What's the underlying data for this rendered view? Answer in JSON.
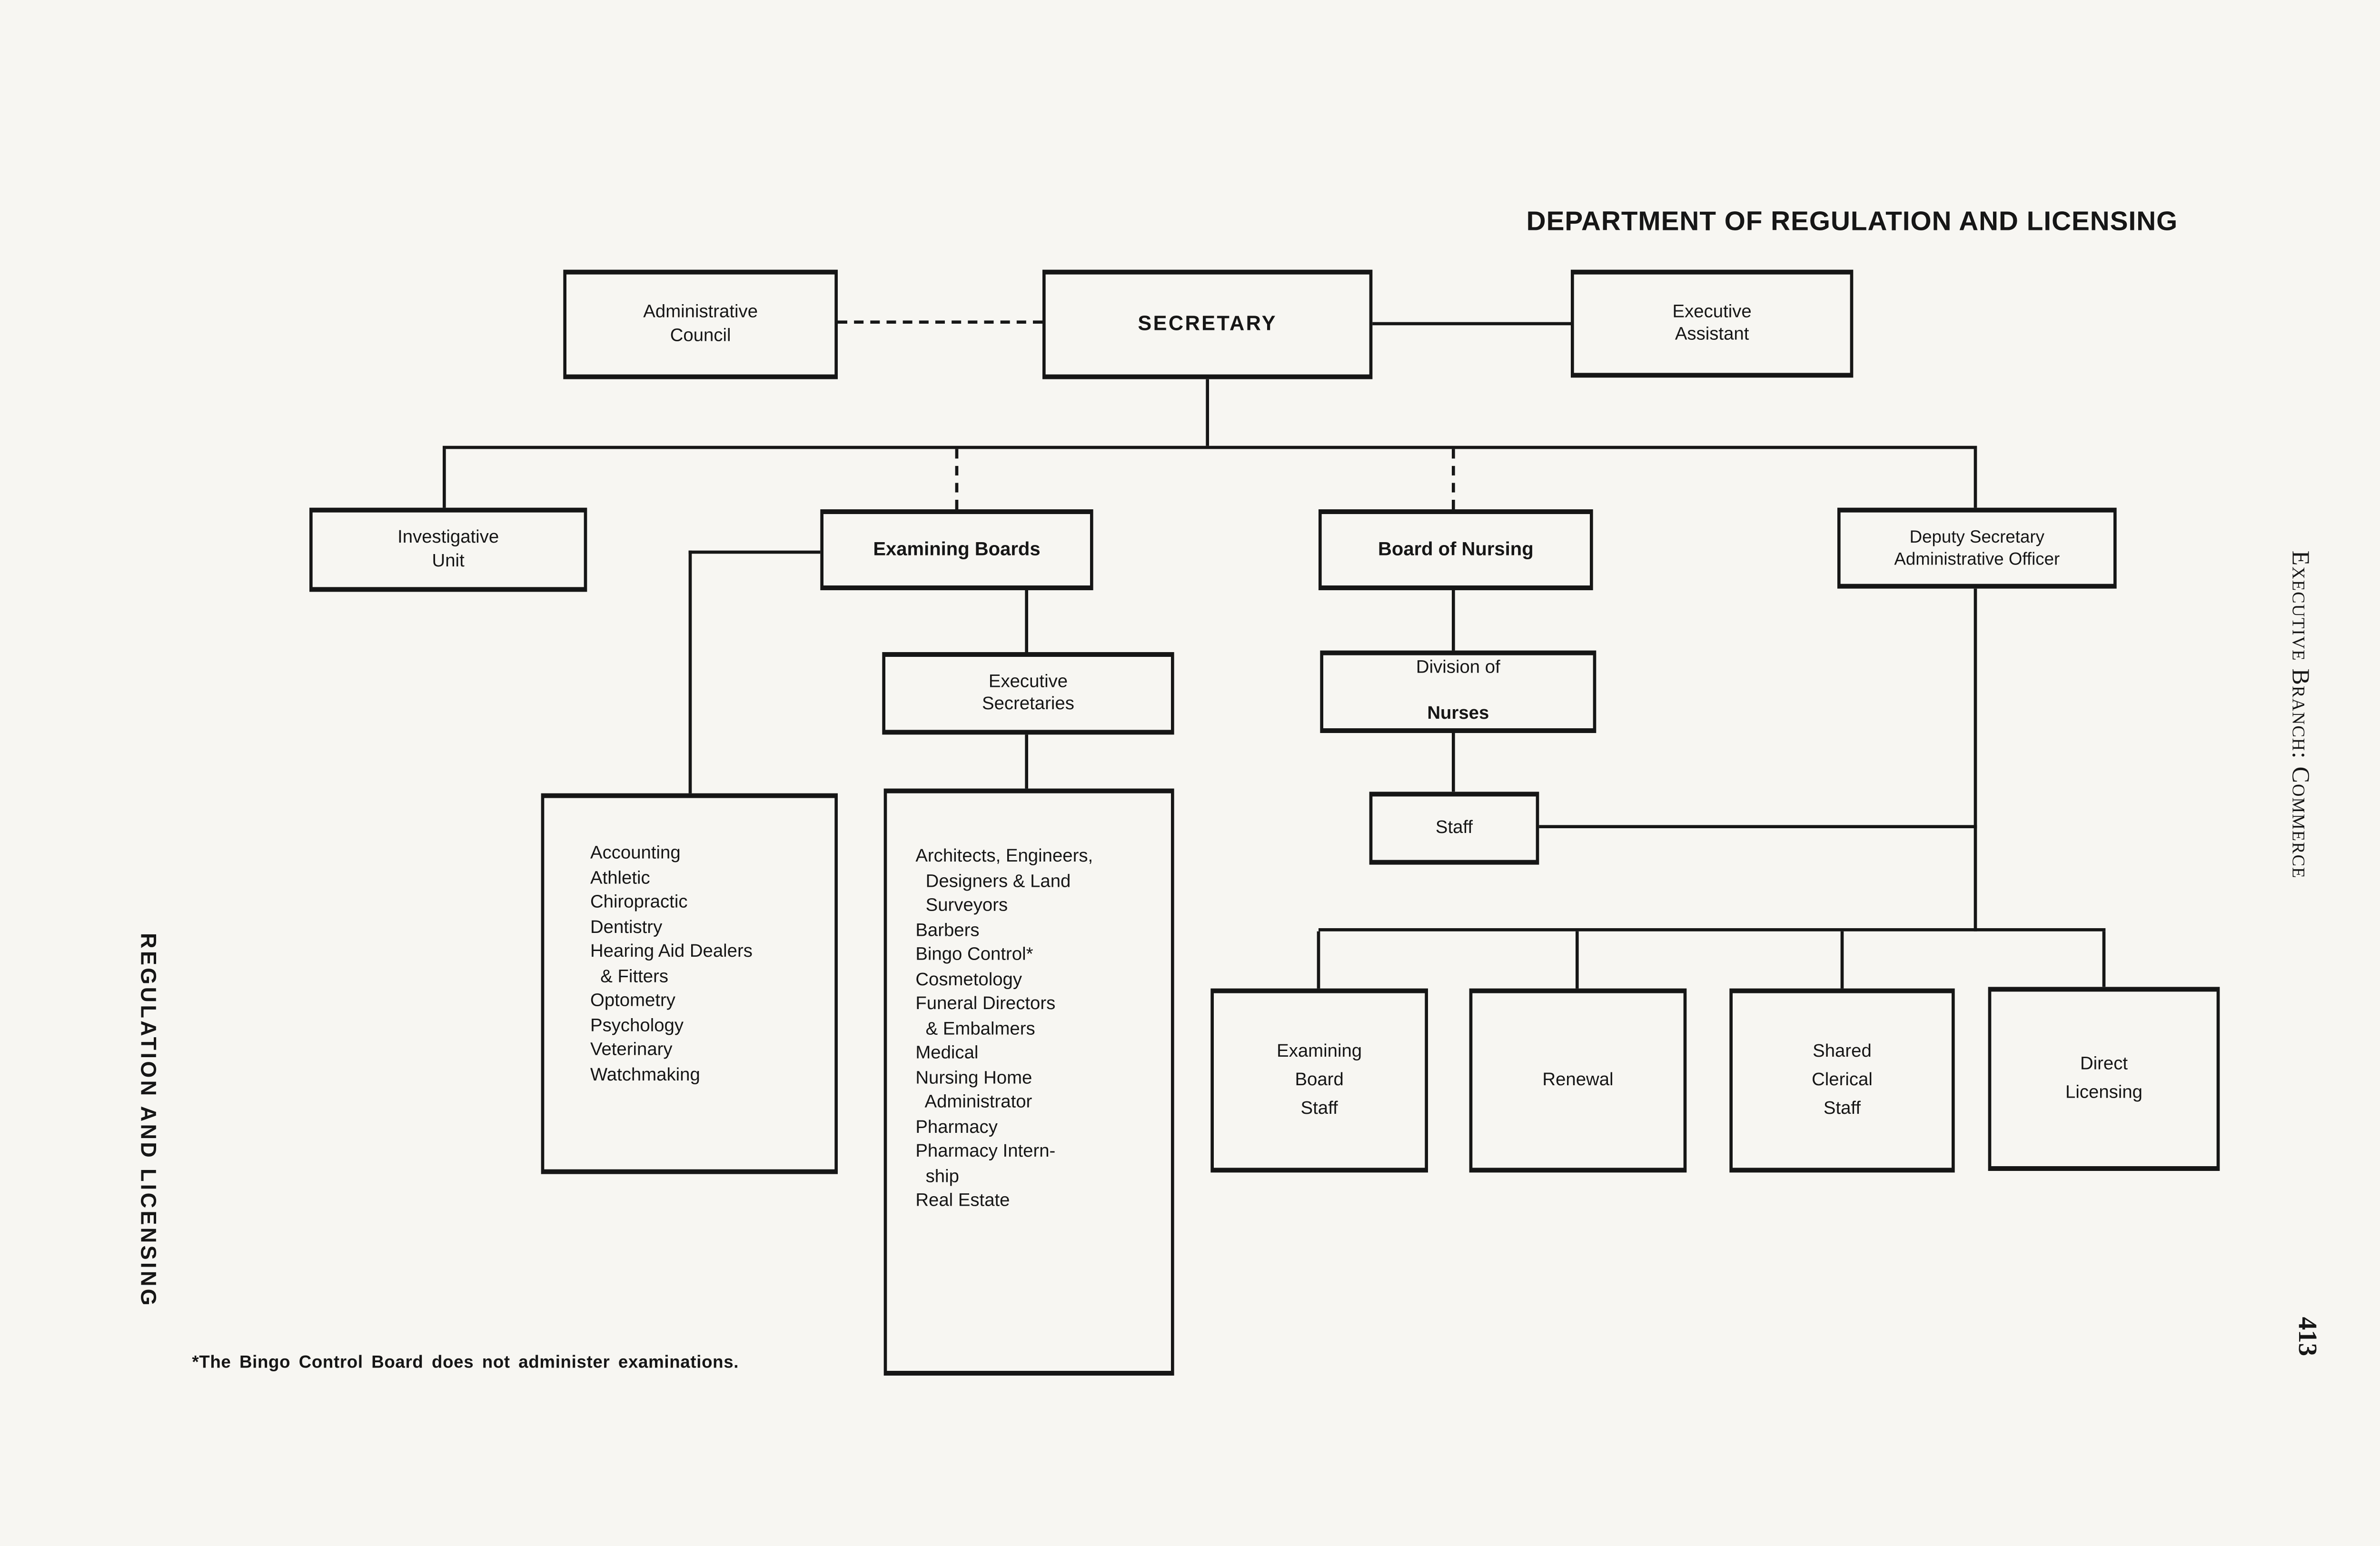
{
  "page": {
    "title": "DEPARTMENT OF REGULATION AND LICENSING",
    "footnote": "*The Bingo Control Board does not administer examinations.",
    "left_margin_label": "REGULATION AND LICENSING",
    "right_margin_label": "Executive Branch: Commerce",
    "page_number": "413"
  },
  "nodes": {
    "administrative_council": "Administrative\nCouncil",
    "secretary": "SECRETARY",
    "executive_assistant": "Executive\nAssistant",
    "investigative_unit": "Investigative\nUnit",
    "examining_boards": "Examining Boards",
    "board_of_nursing": "Board of Nursing",
    "deputy_secretary": "Deputy Secretary\nAdministrative Officer",
    "executive_secretaries": "Executive\nSecretaries",
    "division_of_nurses": {
      "line1": "Division of",
      "line2": "Nurses"
    },
    "staff": "Staff",
    "examining_board_staff": "Examining\nBoard\nStaff",
    "renewal": "Renewal",
    "shared_clerical_staff": "Shared\nClerical\nStaff",
    "direct_licensing": "Direct\nLicensing",
    "examining_boards_list": [
      "Accounting",
      "Athletic",
      "Chiropractic",
      "Dentistry",
      "Hearing Aid Dealers",
      "  & Fitters",
      "Optometry",
      "Psychology",
      "Veterinary",
      "Watchmaking"
    ],
    "executive_secretaries_list": [
      "Architects, Engineers,",
      "  Designers & Land",
      "  Surveyors",
      "Barbers",
      "Bingo Control*",
      "Cosmetology",
      "Funeral Directors",
      "  & Embalmers",
      "Medical",
      "Nursing Home",
      "  Administrator",
      "Pharmacy",
      "Pharmacy Intern-",
      "  ship",
      "Real Estate"
    ]
  }
}
